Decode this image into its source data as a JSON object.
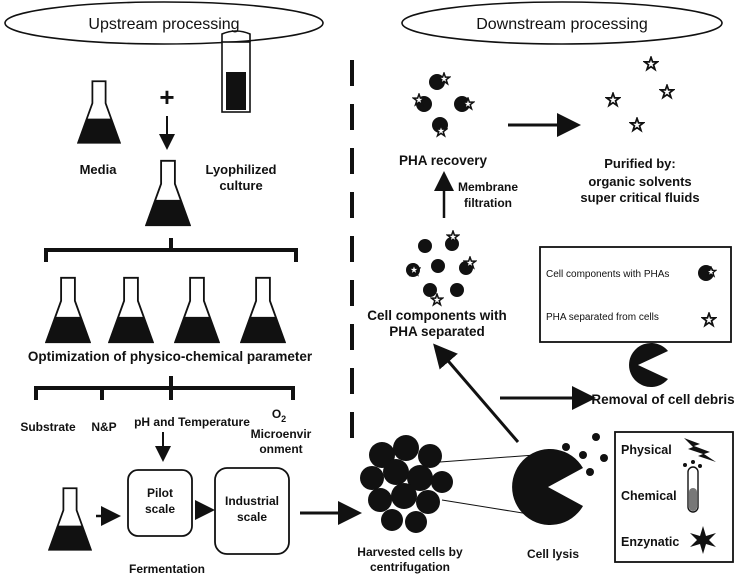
{
  "headers": {
    "upstream": "Upstream processing",
    "downstream": "Downstream processing"
  },
  "upstream": {
    "media": "Media",
    "plus": "+",
    "lyophilized_line1": "Lyophilized",
    "lyophilized_line2": "culture",
    "optimization": "Optimization of physico-chemical parameter",
    "substrate": "Substrate",
    "np": "N&P",
    "ph_temp": "pH and Temperature",
    "o2": "O",
    "o2_sub": "2",
    "microenv_line1": "Microenvir",
    "microenv_line2": "onment",
    "pilot_line1": "Pilot",
    "pilot_line2": "scale",
    "industrial_line1": "Industrial",
    "industrial_line2": "scale",
    "fermentation": "Fermentation"
  },
  "downstream": {
    "pha_recovery": "PHA recovery",
    "membrane_line1": "Membrane",
    "membrane_line2": "filtration",
    "purified_line1": "Purified by:",
    "purified_line2": "organic solvents",
    "purified_line3": "super critical fluids",
    "separated_line1": "Cell components with",
    "separated_line2": "PHA separated",
    "removal": "Removal of cell debris",
    "harvested_line1": "Harvested cells by",
    "harvested_line2": "centrifugation",
    "cell_lysis": "Cell lysis"
  },
  "legend": {
    "with_pha": "Cell components with PHAs",
    "separated": "PHA separated from cells"
  },
  "lysis_methods": {
    "physical": "Physical",
    "chemical": "Chemical",
    "enzymatic": "Enzynatic"
  }
}
